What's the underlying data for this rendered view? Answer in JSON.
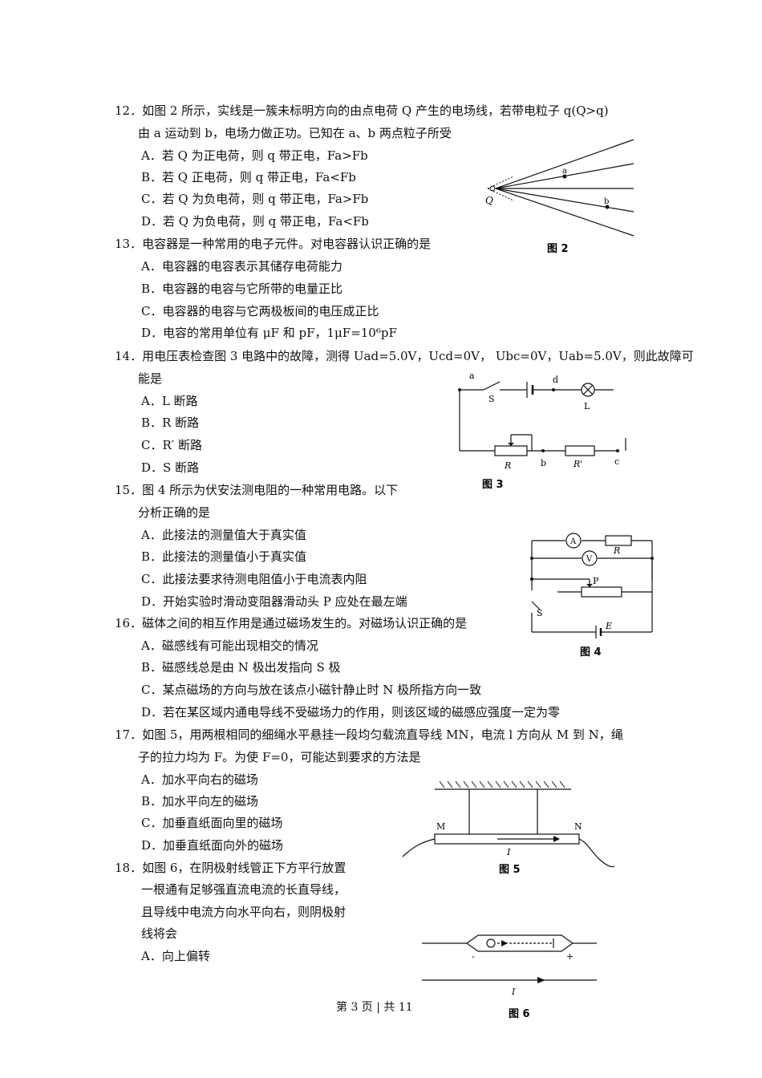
{
  "q12": {
    "stem1": "12．如图 2 所示，实线是一簇未标明方向的由点电荷 Q 产生的电场线，若带电粒子 q(Q>q)",
    "stem2": "由 a 运动到 b，电场力做正功。已知在 a、b 两点粒子所受",
    "A": "A．若 Q 为正电荷，则 q 带正电，Fa>Fb",
    "B": "B．若 Q 正电荷，则 q 带正电，Fa<Fb",
    "C": "C．若 Q 为负电荷，则 q 带正电，Fa>Fb",
    "D": "D．若 Q 为负电荷，则 q 带正电，Fa<Fb"
  },
  "q13": {
    "stem": "13．电容器是一种常用的电子元件。对电容器认识正确的是",
    "A": "A．电容器的电容表示其储存电荷能力",
    "B": "B．电容器的电容与它所带的电量正比",
    "C": "C．电容器的电容与它两极板间的电压成正比",
    "D": "D．电容的常用单位有 μF 和 pF，1μF=10⁶pF"
  },
  "q14": {
    "stem1": "14．用电压表检查图 3 电路中的故障，测得 Uad=5.0V，Ucd=0V， Ubc=0V，Uab=5.0V，则此故障可",
    "stem2": "能是",
    "A": "A．L 断路",
    "B": "B．R 断路",
    "C": "C．R′ 断路",
    "D": "D．S 断路"
  },
  "q15": {
    "stem1": "15．图 4 所示为伏安法测电阻的一种常用电路。以下",
    "stem2": "分析正确的是",
    "A": "A．此接法的测量值大于真实值",
    "B": "B．此接法的测量值小于真实值",
    "C": "C．此接法要求待测电阻值小于电流表内阻",
    "D": "D．开始实验时滑动变阻器滑动头 P 应处在最左端"
  },
  "q16": {
    "stem": "16．磁体之间的相互作用是通过磁场发生的。对磁场认识正确的是",
    "A": "A．磁感线有可能出现相交的情况",
    "B": "B．磁感线总是由 N 极出发指向 S 极",
    "C": "C．某点磁场的方向与放在该点小磁针静止时 N 极所指方向一致",
    "D": "D．若在某区域内通电导线不受磁场力的作用，则该区域的磁感应强度一定为零"
  },
  "q17": {
    "stem1": "17．如图 5，用两根相同的细绳水平悬挂一段均匀载流直导线 MN，电流 l 方向从 M 到 N，绳",
    "stem2": "子的拉力均为 F。为使 F=0，可能达到要求的方法是",
    "A": "A．加水平向右的磁场",
    "B": "B．加水平向左的磁场",
    "C": "C．加垂直纸面向里的磁场",
    "D": "D．加垂直纸面向外的磁场"
  },
  "q18": {
    "l1": "18．如图 6，在阴极射线管正下方平行放置",
    "l2": "一根通有足够强直流电流的长直导线，",
    "l3": "且导线中电流方向水平向右，则阴极射",
    "l4": "线将会",
    "A": "A．向上偏转"
  },
  "figures": {
    "fig2": {
      "caption": "图 2",
      "label_q": "Q",
      "label_a": "a",
      "label_b": "b"
    },
    "fig3": {
      "caption": "图 3",
      "a": "a",
      "d": "d",
      "S": "S",
      "L": "L",
      "R": "R",
      "b": "b",
      "Rp": "R'",
      "c": "c"
    },
    "fig4": {
      "caption": "图 4",
      "A": "A",
      "R": "R",
      "V": "V",
      "P": "P",
      "S": "S",
      "E": "E"
    },
    "fig5": {
      "caption": "图 5",
      "M": "M",
      "N": "N",
      "I": "I"
    },
    "fig6": {
      "caption": "图 6",
      "I": "I",
      "minus": "-",
      "plus": "+"
    }
  },
  "footer": "第 3 页 | 共 11"
}
